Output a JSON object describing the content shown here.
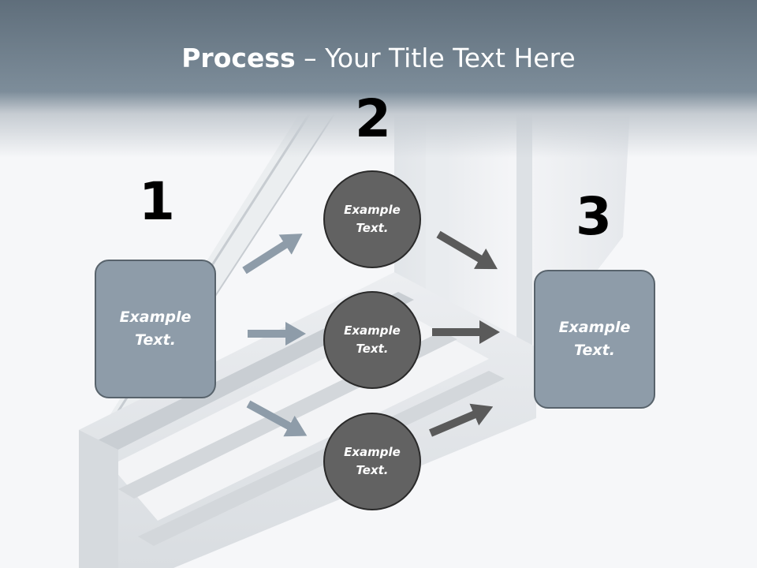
{
  "title": {
    "bold": "Process",
    "rest": " – Your Title Text Here"
  },
  "steps": [
    {
      "number": "1",
      "text": "Example Text."
    },
    {
      "number": "2",
      "items": [
        "Example Text.",
        "Example Text.",
        "Example Text."
      ]
    },
    {
      "number": "3",
      "text": "Example Text."
    }
  ],
  "colors": {
    "header": "#7d8d9a",
    "box_fill": "#8e9ca9",
    "circle_fill": "#626262",
    "arrow_light": "#8e9ca9",
    "arrow_dark": "#5a5a5a"
  }
}
